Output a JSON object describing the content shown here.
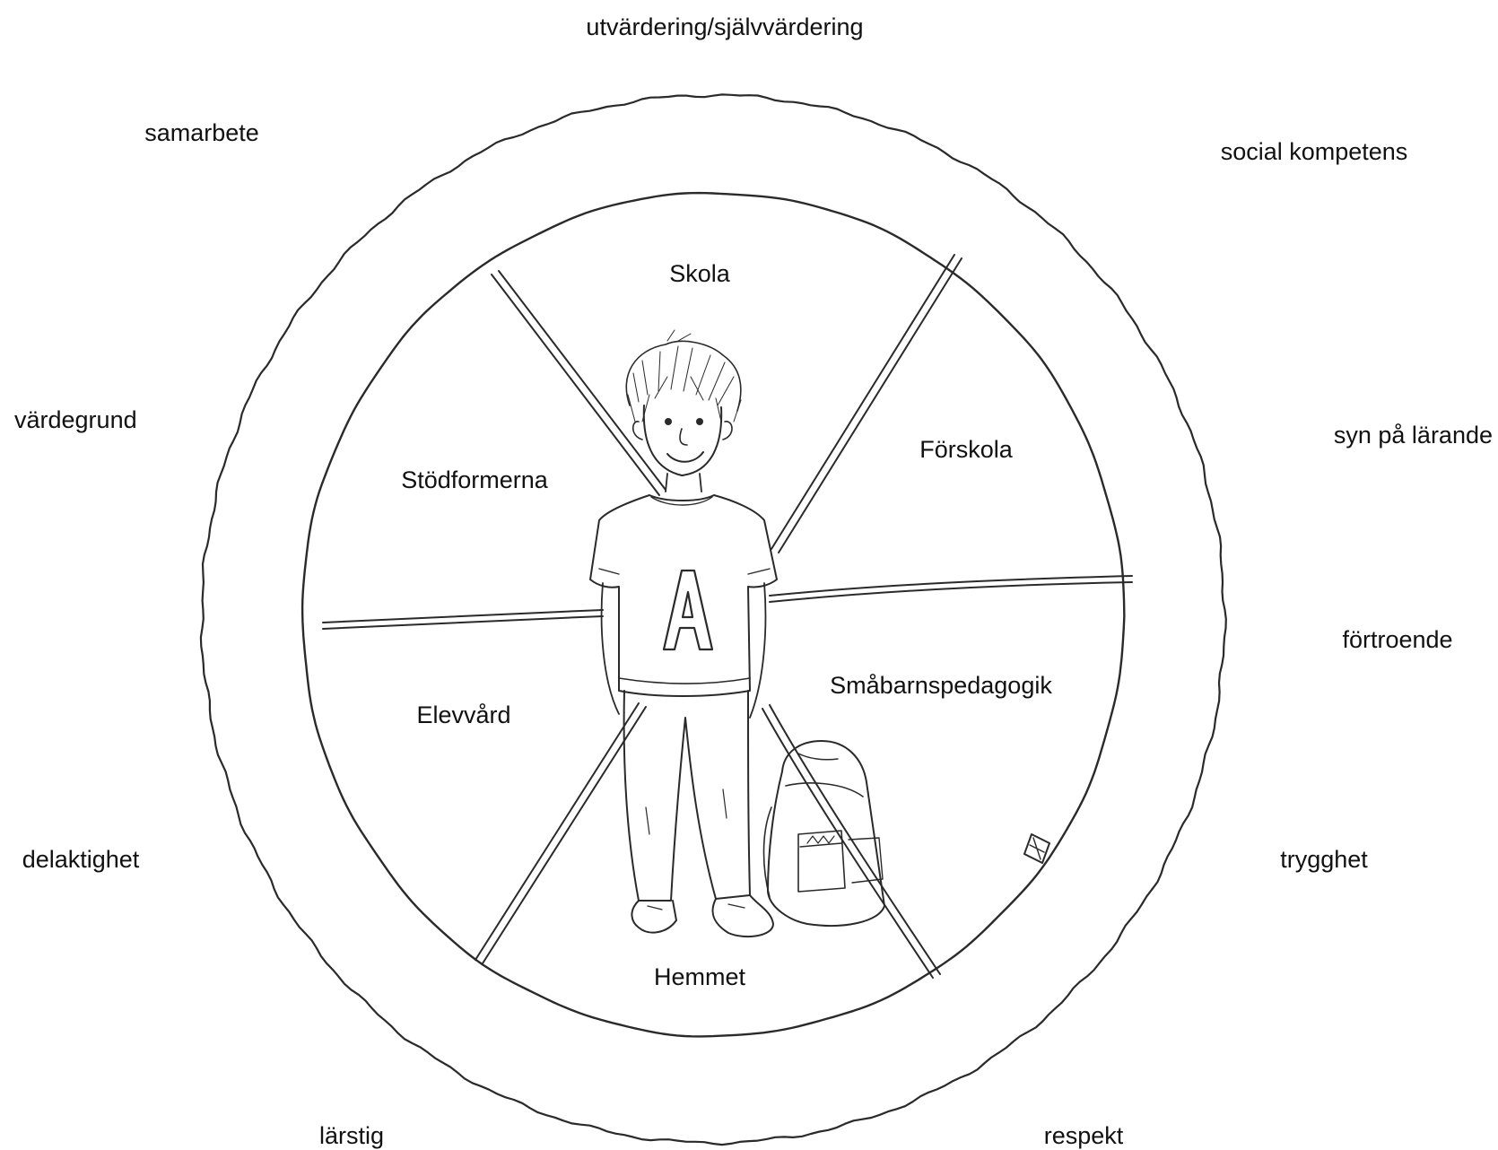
{
  "outer_values": {
    "top": "utvärdering/självvärdering",
    "top_left": "samarbete",
    "top_right": "social kompetens",
    "left": "värdegrund",
    "right": "syn på lärande",
    "right_lower": "förtroende",
    "bottom_left": "delaktighet",
    "bottom_right": "trygghet",
    "bottom_far_left": "lärstig",
    "bottom_far_right": "respekt"
  },
  "segments": {
    "top": "Skola",
    "upper_right": "Förskola",
    "upper_left": "Stödformerna",
    "lower_right": "Småbarnspedagogik",
    "lower_left": "Elevvård",
    "bottom": "Hemmet"
  },
  "child": {
    "shirt_letter": "A"
  },
  "colors": {
    "ink": "#2a2a2a",
    "background": "#ffffff"
  }
}
